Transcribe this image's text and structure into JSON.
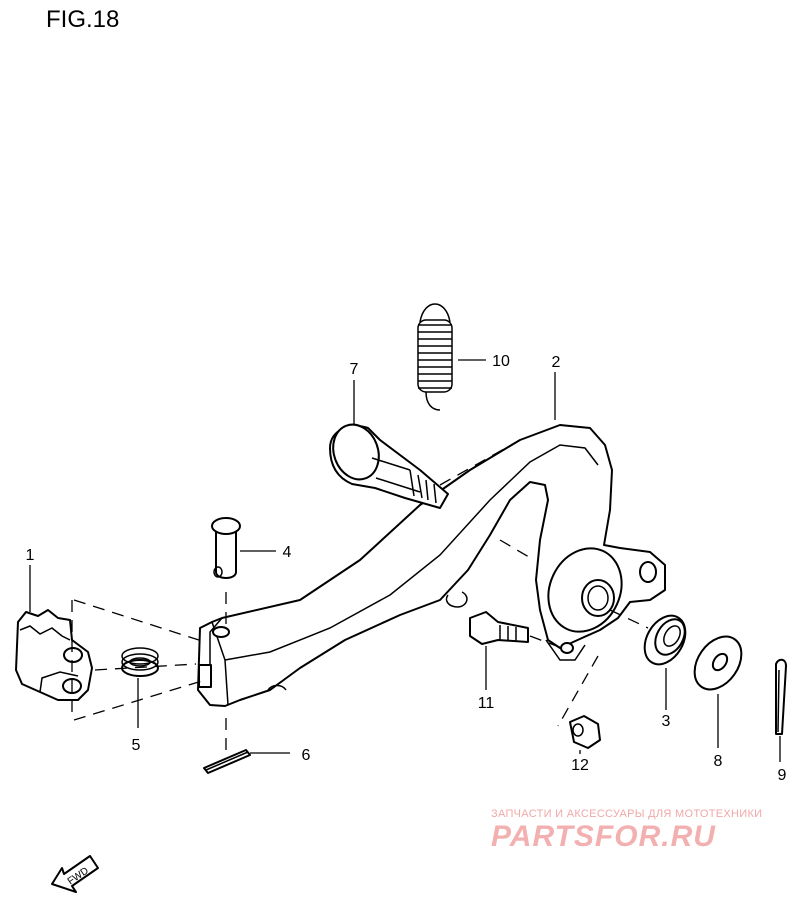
{
  "figure": {
    "title": "FIG.18"
  },
  "callouts": [
    {
      "id": "1",
      "label": "1"
    },
    {
      "id": "2",
      "label": "2"
    },
    {
      "id": "3",
      "label": "3"
    },
    {
      "id": "4",
      "label": "4"
    },
    {
      "id": "5",
      "label": "5"
    },
    {
      "id": "6",
      "label": "6"
    },
    {
      "id": "7",
      "label": "7"
    },
    {
      "id": "8",
      "label": "8"
    },
    {
      "id": "9",
      "label": "9"
    },
    {
      "id": "10",
      "label": "10"
    },
    {
      "id": "11",
      "label": "11"
    },
    {
      "id": "12",
      "label": "12"
    }
  ],
  "fwd_arrow": {
    "label": "FWD"
  },
  "watermark": {
    "tagline": "ЗАПЧАСТИ И АКСЕССУАРЫ ДЛЯ МОТОТЕХНИКИ",
    "brand": "PARTSFOR.RU",
    "color": "#f3b0b0"
  }
}
